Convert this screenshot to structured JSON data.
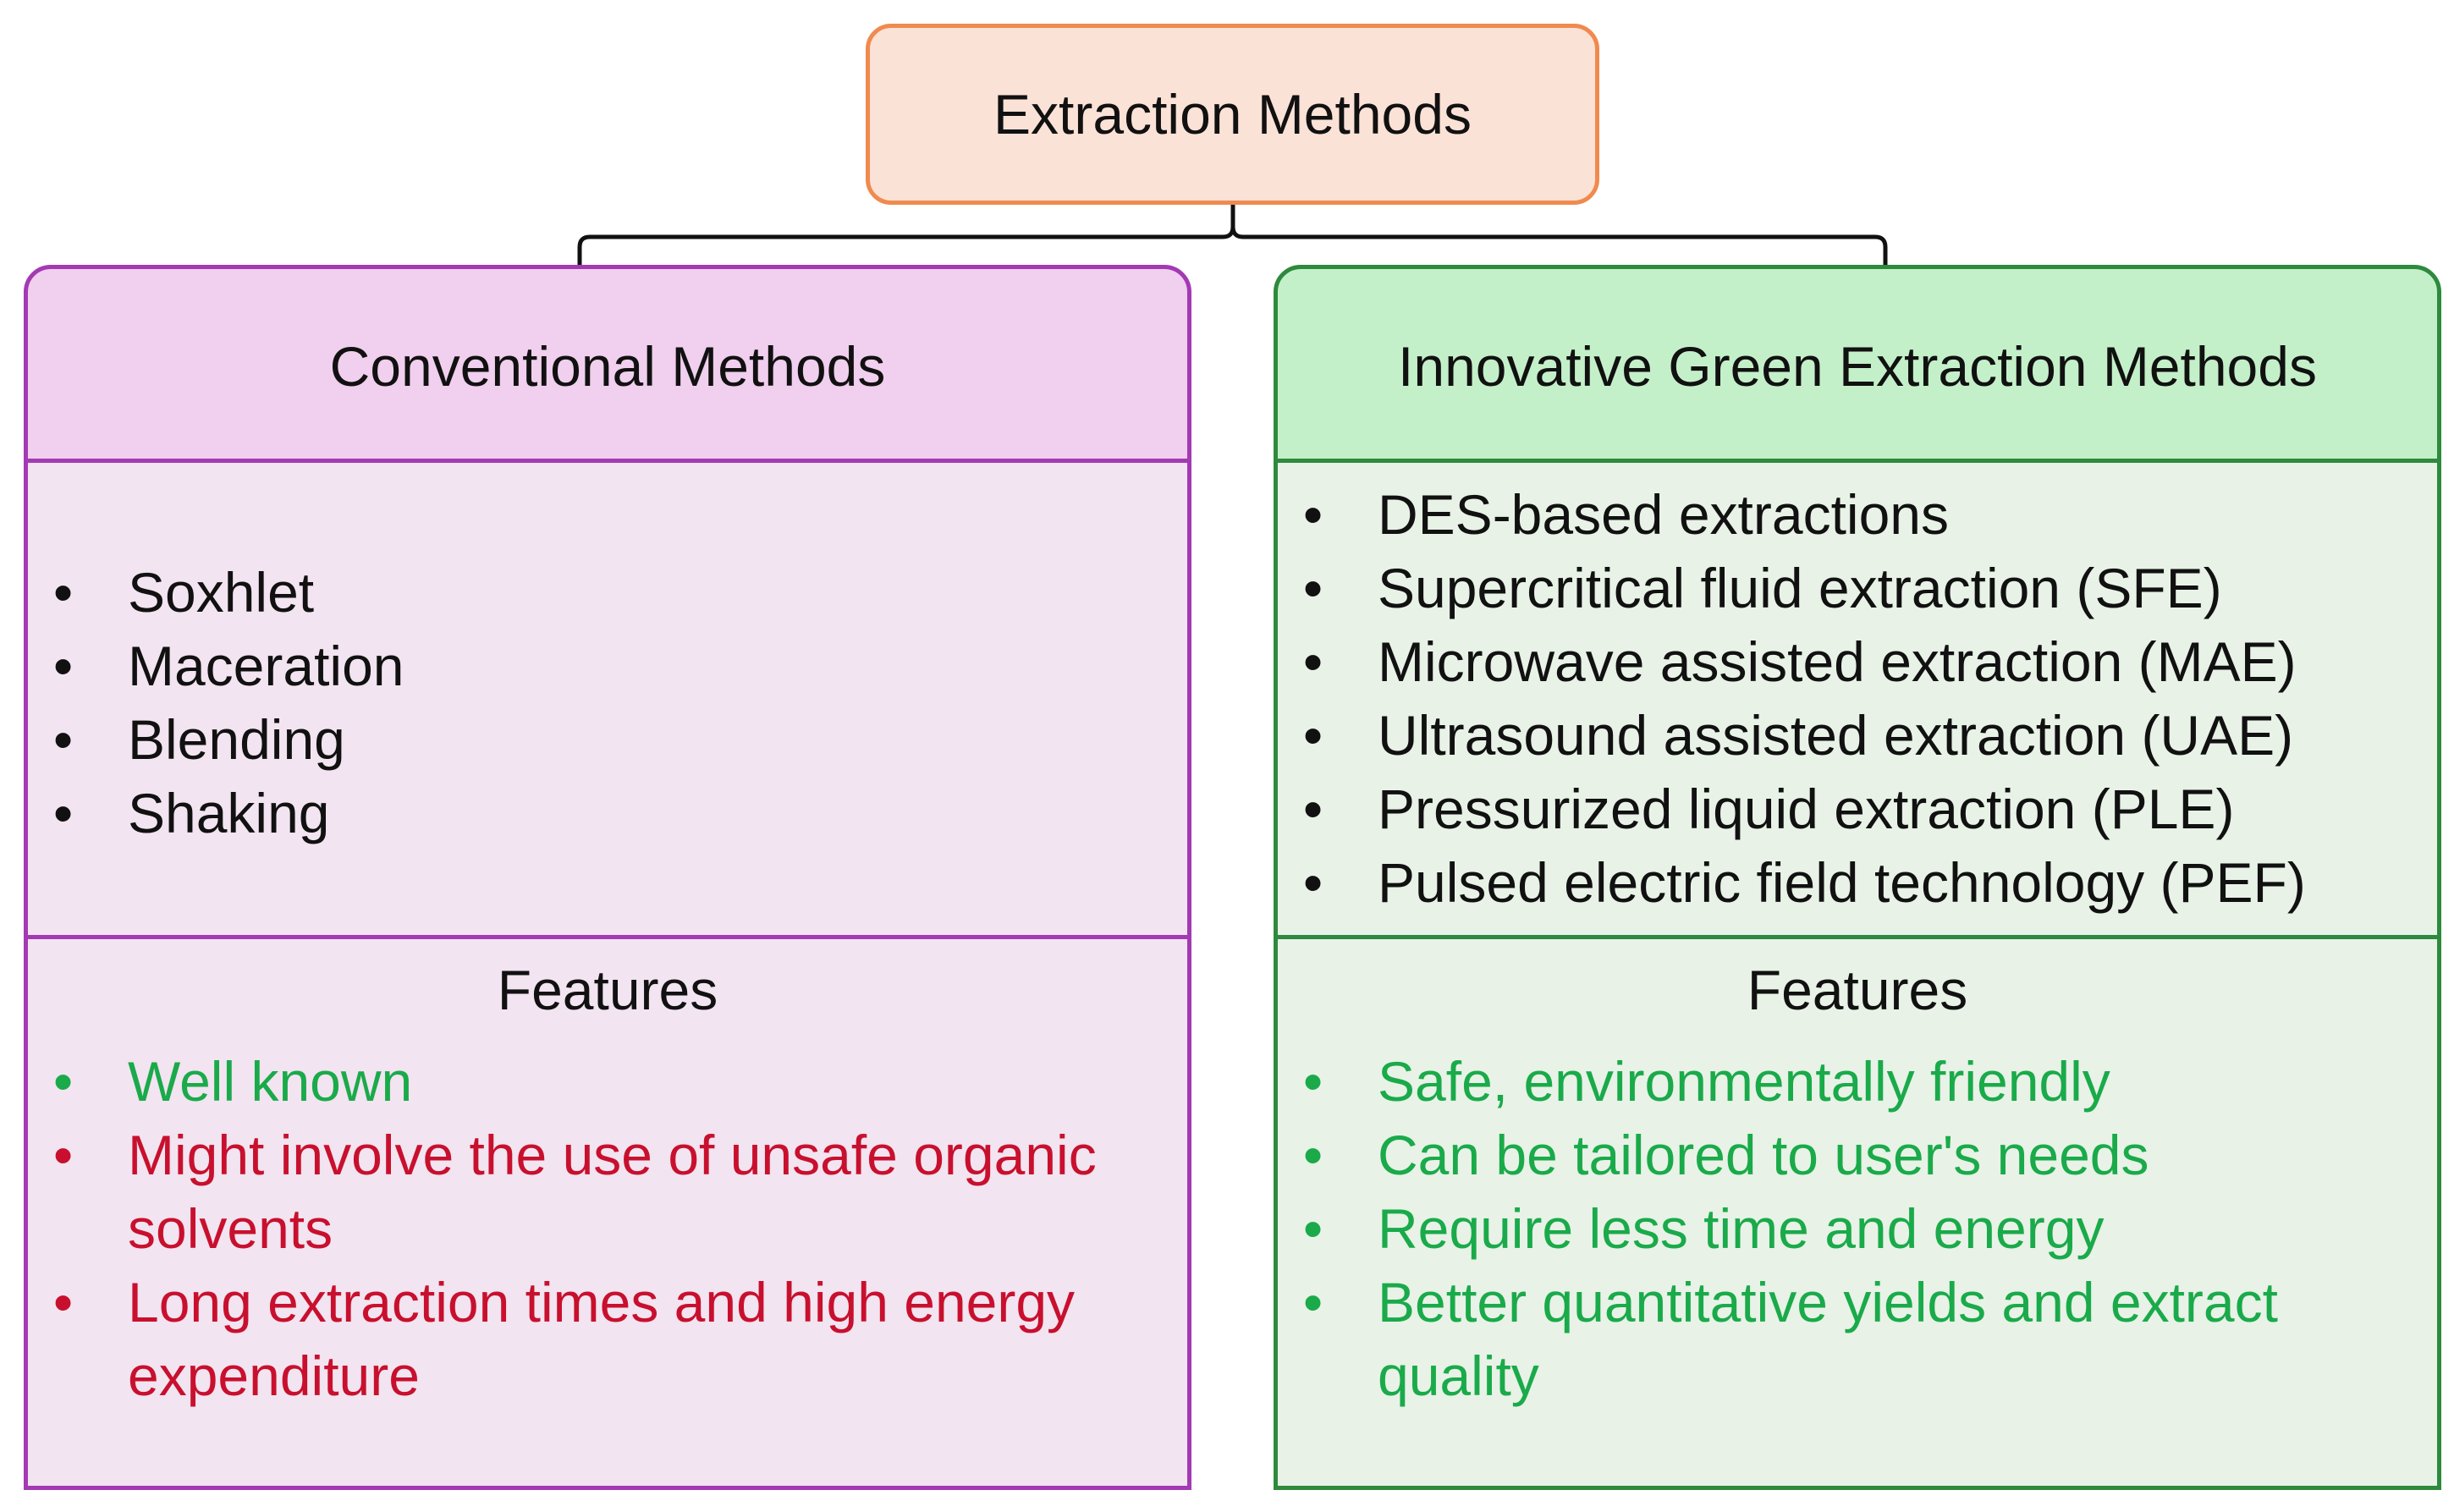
{
  "root": {
    "label": "Extraction Methods"
  },
  "colors": {
    "root_fill": "#fbe2d7",
    "root_border": "#f08a4f",
    "left_head": "#f1cfee",
    "left_border": "#a33ab4",
    "left_body": "#f2e4f0",
    "right_head": "#c4f0c9",
    "right_border": "#2e8a3c",
    "right_body": "#e8f2e7",
    "advantage_text": "#1aaa4a",
    "drawback_text": "#c8102e"
  },
  "conventional": {
    "title": "Conventional Methods",
    "methods": [
      "Soxhlet",
      "Maceration",
      "Blending",
      "Shaking"
    ],
    "features_title": "Features",
    "features": [
      {
        "text": "Well known",
        "kind": "advantage"
      },
      {
        "text": "Might involve the use of unsafe organic solvents",
        "kind": "drawback"
      },
      {
        "text": "Long extraction times and high energy expenditure",
        "kind": "drawback"
      }
    ]
  },
  "green": {
    "title": "Innovative Green Extraction Methods",
    "methods": [
      "DES-based extractions",
      "Supercritical fluid extraction (SFE)",
      "Microwave assisted extraction (MAE)",
      "Ultrasound assisted extraction (UAE)",
      "Pressurized liquid extraction (PLE)",
      "Pulsed electric field technology (PEF)"
    ],
    "features_title": "Features",
    "features": [
      {
        "text": "Safe, environmentally friendly",
        "kind": "advantage"
      },
      {
        "text": "Can be tailored to user's needs",
        "kind": "advantage"
      },
      {
        "text": "Require less time and energy",
        "kind": "advantage"
      },
      {
        "text": "Better quantitative yields and extract quality",
        "kind": "advantage"
      }
    ]
  }
}
